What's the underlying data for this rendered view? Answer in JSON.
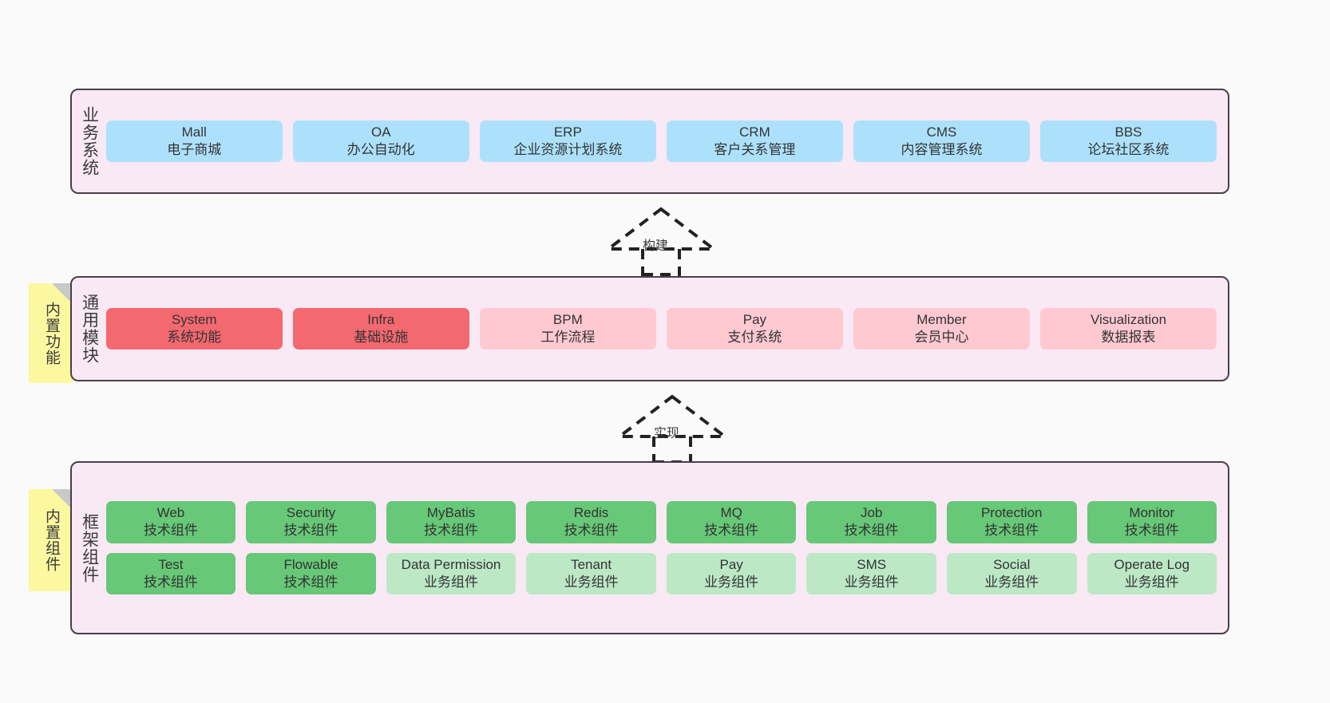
{
  "diagram": {
    "title_present": false,
    "colors": {
      "canvas_bg": "#fafafa",
      "layer_bg": "#f9e9f4",
      "layer_border": "#4a3f4a",
      "business": "#ade1fb",
      "module_primary": "#f4686f",
      "module_secondary": "#ffc9d2",
      "component_tech": "#67c878",
      "component_biz": "#bce8c6",
      "sticky": "#fbf8a0",
      "sticky_fold": "#c9c9c9",
      "arrow": "#222222"
    }
  },
  "layers": {
    "business": {
      "label": "业务系统",
      "nodes": [
        {
          "en": "Mall",
          "cn": "电子商城"
        },
        {
          "en": "OA",
          "cn": "办公自动化"
        },
        {
          "en": "ERP",
          "cn": "企业资源计划系统"
        },
        {
          "en": "CRM",
          "cn": "客户关系管理"
        },
        {
          "en": "CMS",
          "cn": "内容管理系统"
        },
        {
          "en": "BBS",
          "cn": "论坛社区系统"
        }
      ]
    },
    "modules": {
      "label": "通用模块",
      "sticky": "内置功能",
      "nodes": [
        {
          "en": "System",
          "cn": "系统功能",
          "tone": "primary"
        },
        {
          "en": "Infra",
          "cn": "基础设施",
          "tone": "primary"
        },
        {
          "en": "BPM",
          "cn": "工作流程",
          "tone": "secondary"
        },
        {
          "en": "Pay",
          "cn": "支付系统",
          "tone": "secondary"
        },
        {
          "en": "Member",
          "cn": "会员中心",
          "tone": "secondary"
        },
        {
          "en": "Visualization",
          "cn": "数据报表",
          "tone": "secondary"
        }
      ]
    },
    "framework": {
      "label": "框架组件",
      "sticky": "内置组件",
      "row1": [
        {
          "en": "Web",
          "cn": "技术组件",
          "tone": "tech"
        },
        {
          "en": "Security",
          "cn": "技术组件",
          "tone": "tech"
        },
        {
          "en": "MyBatis",
          "cn": "技术组件",
          "tone": "tech"
        },
        {
          "en": "Redis",
          "cn": "技术组件",
          "tone": "tech"
        },
        {
          "en": "MQ",
          "cn": "技术组件",
          "tone": "tech"
        },
        {
          "en": "Job",
          "cn": "技术组件",
          "tone": "tech"
        },
        {
          "en": "Protection",
          "cn": "技术组件",
          "tone": "tech"
        },
        {
          "en": "Monitor",
          "cn": "技术组件",
          "tone": "tech"
        }
      ],
      "row2": [
        {
          "en": "Test",
          "cn": "技术组件",
          "tone": "tech"
        },
        {
          "en": "Flowable",
          "cn": "技术组件",
          "tone": "tech"
        },
        {
          "en": "Data Permission",
          "cn": "业务组件",
          "tone": "biz"
        },
        {
          "en": "Tenant",
          "cn": "业务组件",
          "tone": "biz"
        },
        {
          "en": "Pay",
          "cn": "业务组件",
          "tone": "biz"
        },
        {
          "en": "SMS",
          "cn": "业务组件",
          "tone": "biz"
        },
        {
          "en": "Social",
          "cn": "业务组件",
          "tone": "biz"
        },
        {
          "en": "Operate Log",
          "cn": "业务组件",
          "tone": "biz"
        }
      ]
    }
  },
  "arrows": [
    {
      "id": "build",
      "label": "构建",
      "from": "通用模块",
      "to": "业务系统",
      "style": "dashed-hollow-up"
    },
    {
      "id": "implement",
      "label": "实现",
      "from": "框架组件",
      "to": "通用模块",
      "style": "dashed-hollow-up"
    }
  ]
}
